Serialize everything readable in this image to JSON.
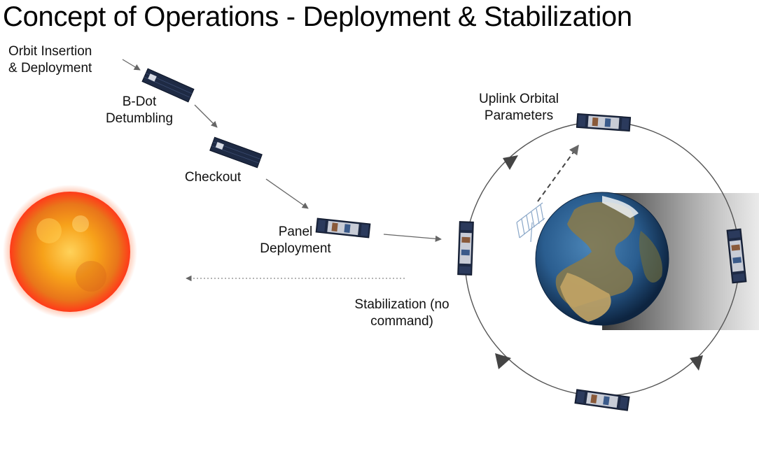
{
  "title": "Concept of Operations - Deployment & Stabilization",
  "labels": {
    "orbit_insertion": [
      "Orbit Insertion",
      "& Deployment"
    ],
    "bdot": [
      "B-Dot",
      "Detumbling"
    ],
    "checkout": [
      "Checkout"
    ],
    "panel": [
      "Panel",
      "Deployment"
    ],
    "stabilization": [
      "Stabilization (no",
      "command)"
    ],
    "uplink": [
      "Uplink Orbital",
      "Parameters"
    ]
  },
  "colors": {
    "sun_core": "#f7a21a",
    "sun_glow": "#ff5a1a",
    "earth_ocean": "#2a5d8f",
    "earth_land": "#7a7a3a",
    "orbit_line": "#555555",
    "satellite_body": "#1e2a44",
    "arrow": "#666666"
  }
}
